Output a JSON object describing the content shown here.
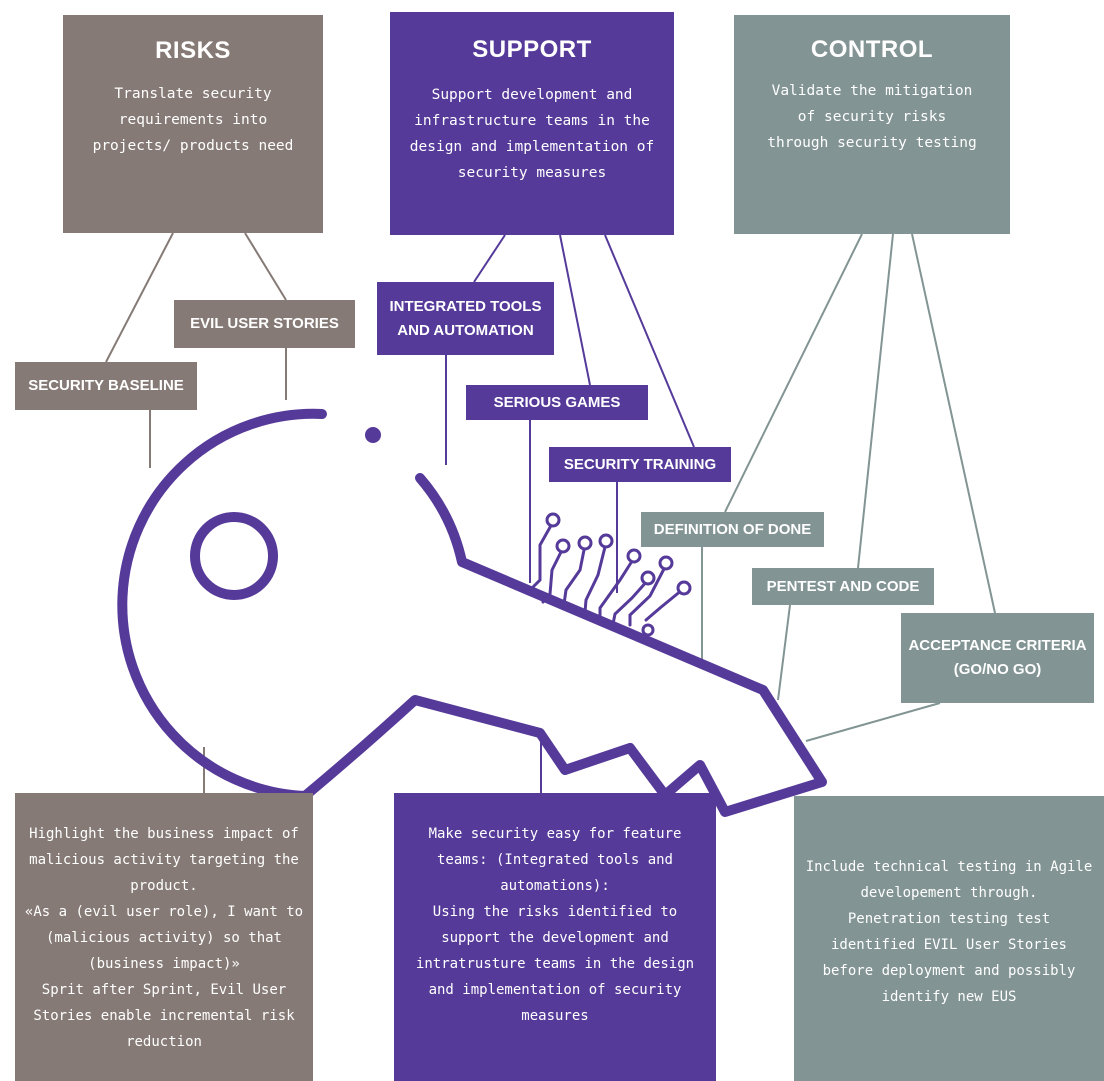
{
  "colors": {
    "risks": "#857a75",
    "support": "#553a9a",
    "control": "#829493",
    "key": "#553a9a"
  },
  "risks": {
    "title": "RISKS",
    "description": "Translate security requirements into projects/ products need",
    "tags": {
      "evil_user_stories": "EVIL USER STORIES",
      "security_baseline": "SECURITY BASELINE"
    },
    "detail": "Highlight the business impact of malicious activity targeting the product.\n«As a (evil user role), I want to (malicious activity) so that (business impact)»\nSprit after Sprint, Evil User Stories enable incremental risk reduction"
  },
  "support": {
    "title": "SUPPORT",
    "description": "Support development and infrastructure teams in the design and implementation of security measures",
    "tags": {
      "integrated_tools": "INTEGRATED TOOLS\nAND AUTOMATION",
      "serious_games": "SERIOUS GAMES",
      "security_training": "SECURITY TRAINING"
    },
    "detail": "Make security easy for feature teams: (Integrated tools and automations):\nUsing the risks identified to support the development and intratrusture teams in the design and implementation of security measures"
  },
  "control": {
    "title": "CONTROL",
    "description": "Validate the mitigation of security risks through security testing",
    "tags": {
      "definition_of_done": "DEFINITION OF DONE",
      "pentest_and_code": "PENTEST AND CODE",
      "acceptance_criteria": "ACCEPTANCE CRITERIA\n(GO/NO GO)"
    },
    "detail": "Include technical testing in Agile developement through.\nPenetration testing test identified EVIL User Stories before deployment and possibly identify new EUS"
  }
}
